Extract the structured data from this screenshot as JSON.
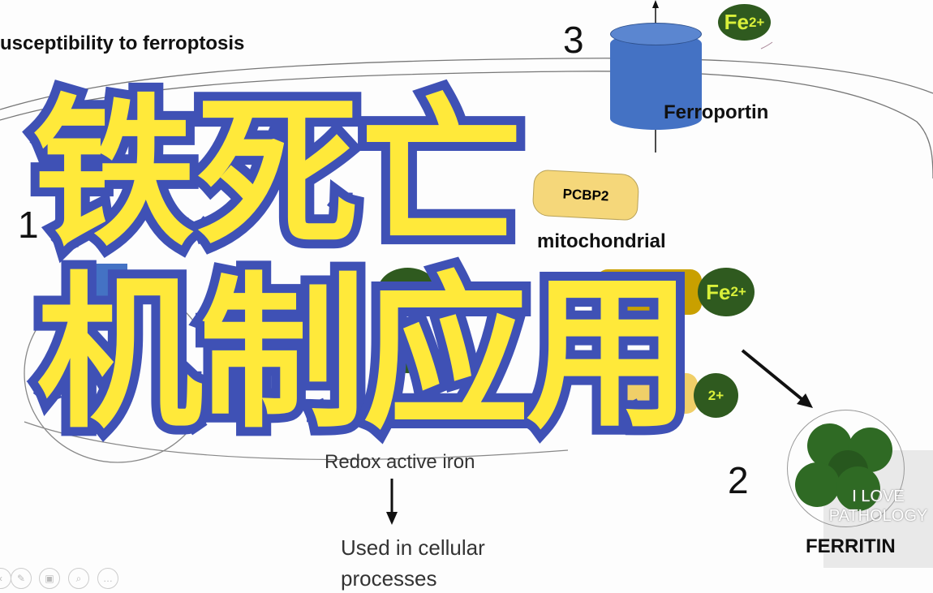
{
  "slide": {
    "title": "usceptibility to ferroptosis",
    "numbers": {
      "one": "1",
      "two": "2",
      "three": "3"
    },
    "ferroportin": "Ferroportin",
    "pcbp2": "PCBP2",
    "labile_iron_partial": "mitochondrial",
    "redox": "Redox active iron",
    "used_line1": "Used in cellular",
    "used_line2": "processes",
    "ferritin": "FERRITIN",
    "fe_label": "Fe",
    "fe_charge": "2+",
    "watermark": "I LOVE PATHOLOGY"
  },
  "overlay": {
    "line1": "铁死亡",
    "line2": "机制应用"
  },
  "toolbar": {
    "icons": [
      "prev-icon",
      "pen-icon",
      "slides-icon",
      "zoom-icon",
      "more-icon"
    ]
  },
  "colors": {
    "overlay_fill": "#ffe93a",
    "overlay_stroke": "#3f51b5",
    "iron": "#2f5a1f",
    "ferroportin": "#4472c4",
    "pcbp2": "#f5d77a"
  }
}
